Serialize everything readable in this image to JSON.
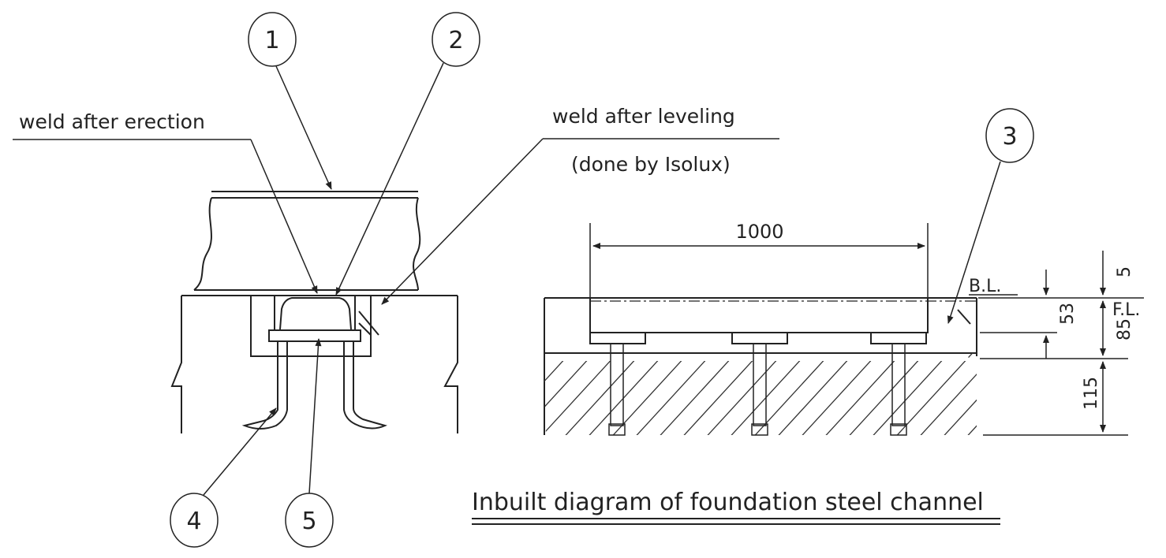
{
  "labels": {
    "weld_after_erection": "weld after erection",
    "weld_after_leveling": "weld after leveling",
    "done_by": "(done by Isolux)",
    "title": "Inbuilt diagram of foundation steel channel"
  },
  "balloons": [
    "1",
    "2",
    "3",
    "4",
    "5"
  ],
  "dimensions": {
    "length": "1000",
    "top_offset": "5",
    "channel_depth": "53",
    "to_base": "85",
    "embed": "115"
  },
  "levels": {
    "bl": "B.L.",
    "fl": "F.L."
  },
  "colors": {
    "ink": "#222222",
    "paper": "#ffffff"
  }
}
